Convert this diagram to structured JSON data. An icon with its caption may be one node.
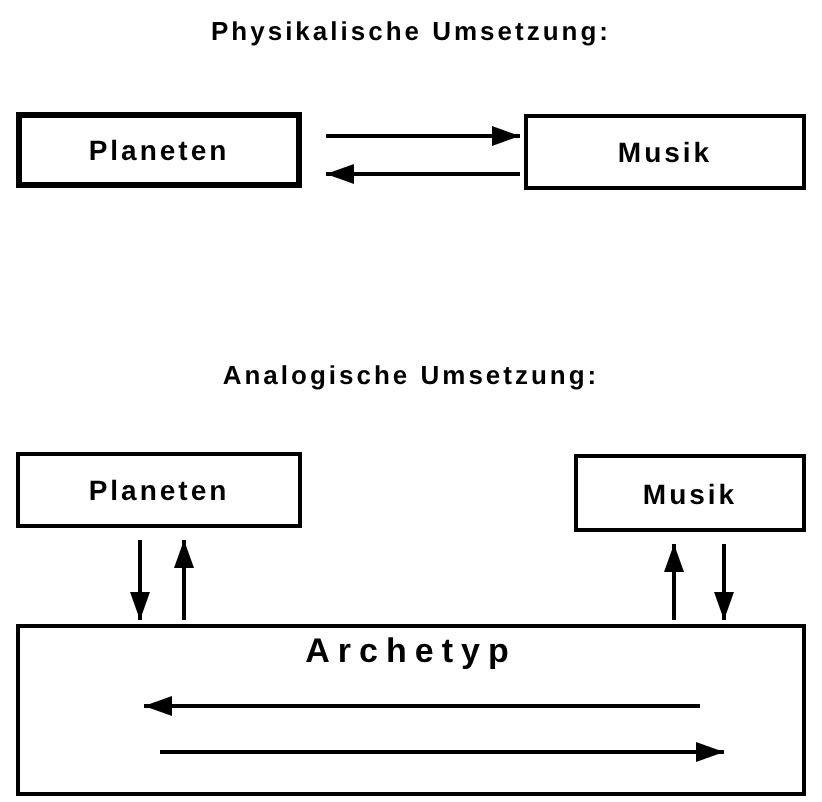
{
  "diagram": {
    "nodes": [
      {
        "text": [
          "Planeten"
        ]
      },
      {
        "text": [
          "Musik"
        ]
      },
      {
        "text": [
          "Planeten"
        ]
      },
      {
        "text": [
          "Musik"
        ]
      },
      {
        "text": [
          "Archetyp"
        ]
      }
    ],
    "edges": [
      {
        "from": 0,
        "to": 1,
        "arrow": "to"
      },
      {
        "from": 1,
        "to": 0,
        "arrow": "to"
      },
      {
        "from": 2,
        "to": 4,
        "arrow": "to"
      },
      {
        "from": 4,
        "to": 2,
        "arrow": "to"
      },
      {
        "from": 4,
        "to": 3,
        "arrow": "to"
      },
      {
        "from": 3,
        "to": 4,
        "arrow": "to"
      }
    ],
    "labels": [
      "Physikalische Umsetzung:",
      "Analogische Umsetzung:"
    ]
  }
}
